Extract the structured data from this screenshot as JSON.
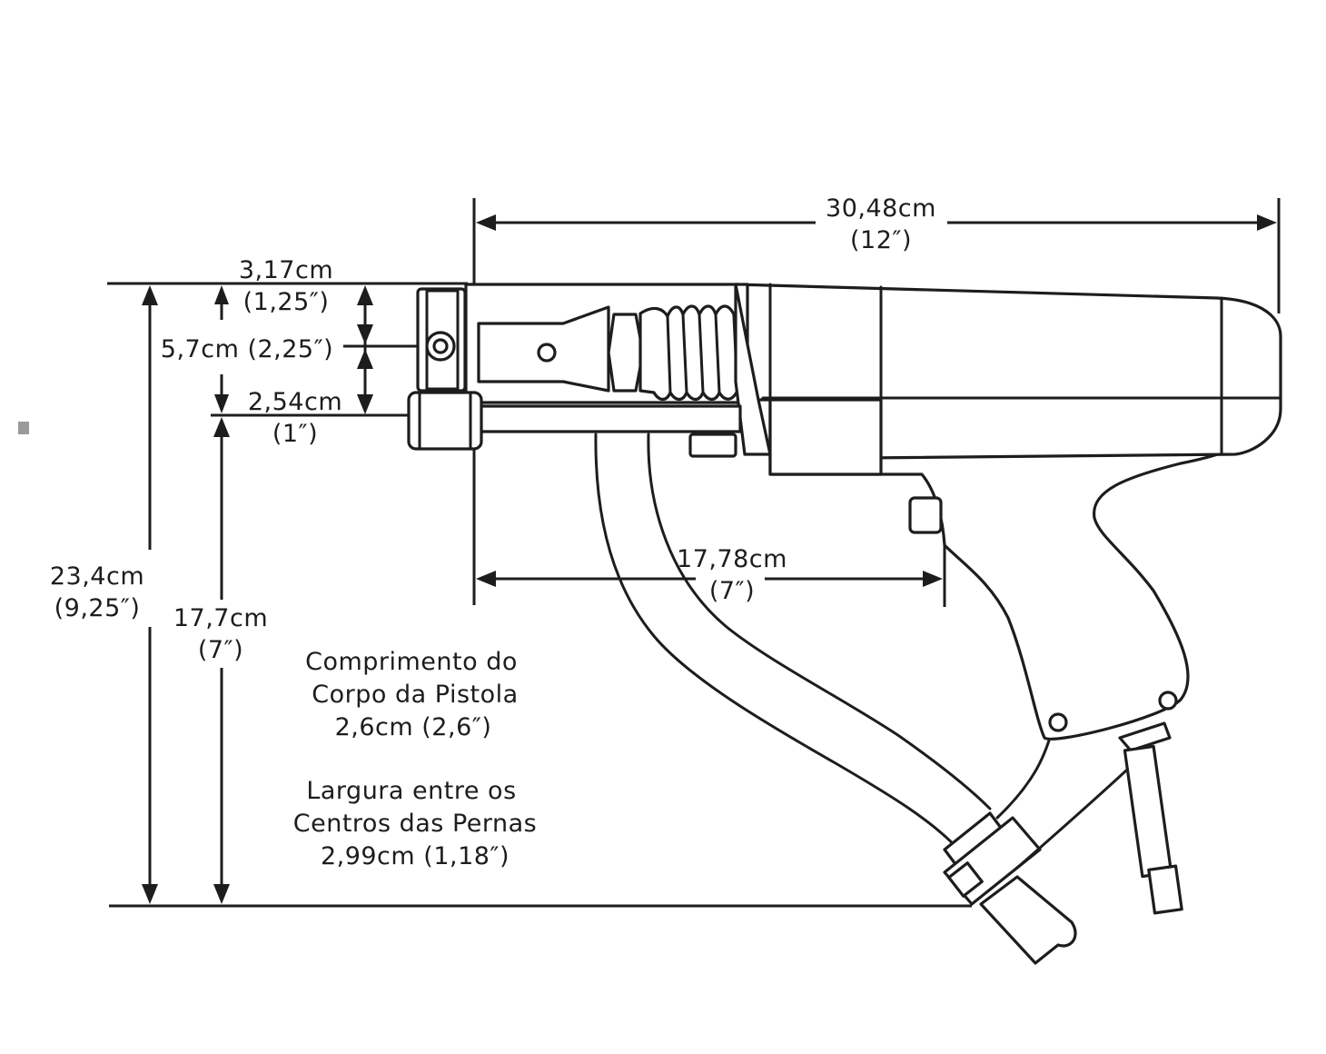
{
  "dimensions": {
    "overall_length": {
      "metric": "30,48cm",
      "imperial": "(12″)"
    },
    "top_offset": {
      "metric": "3,17cm",
      "imperial": "(1,25″)"
    },
    "mid_label": {
      "text": "5,7cm (2,25″)"
    },
    "nut_offset": {
      "metric": "2,54cm",
      "imperial": "(1″)"
    },
    "total_height": {
      "metric": "23,4cm",
      "imperial": "(9,25″)"
    },
    "lower_height": {
      "metric": "17,7cm",
      "imperial": "(7″)"
    },
    "grip_distance": {
      "metric": "17,78cm",
      "imperial": "(7″)"
    }
  },
  "notes": {
    "body_length": {
      "line1": "Comprimento do",
      "line2": "Corpo da Pistola",
      "line3": "2,6cm (2,6″)"
    },
    "leg_width": {
      "line1": "Largura entre os",
      "line2": "Centros das Pernas",
      "line3": "2,99cm (1,18″)"
    }
  }
}
